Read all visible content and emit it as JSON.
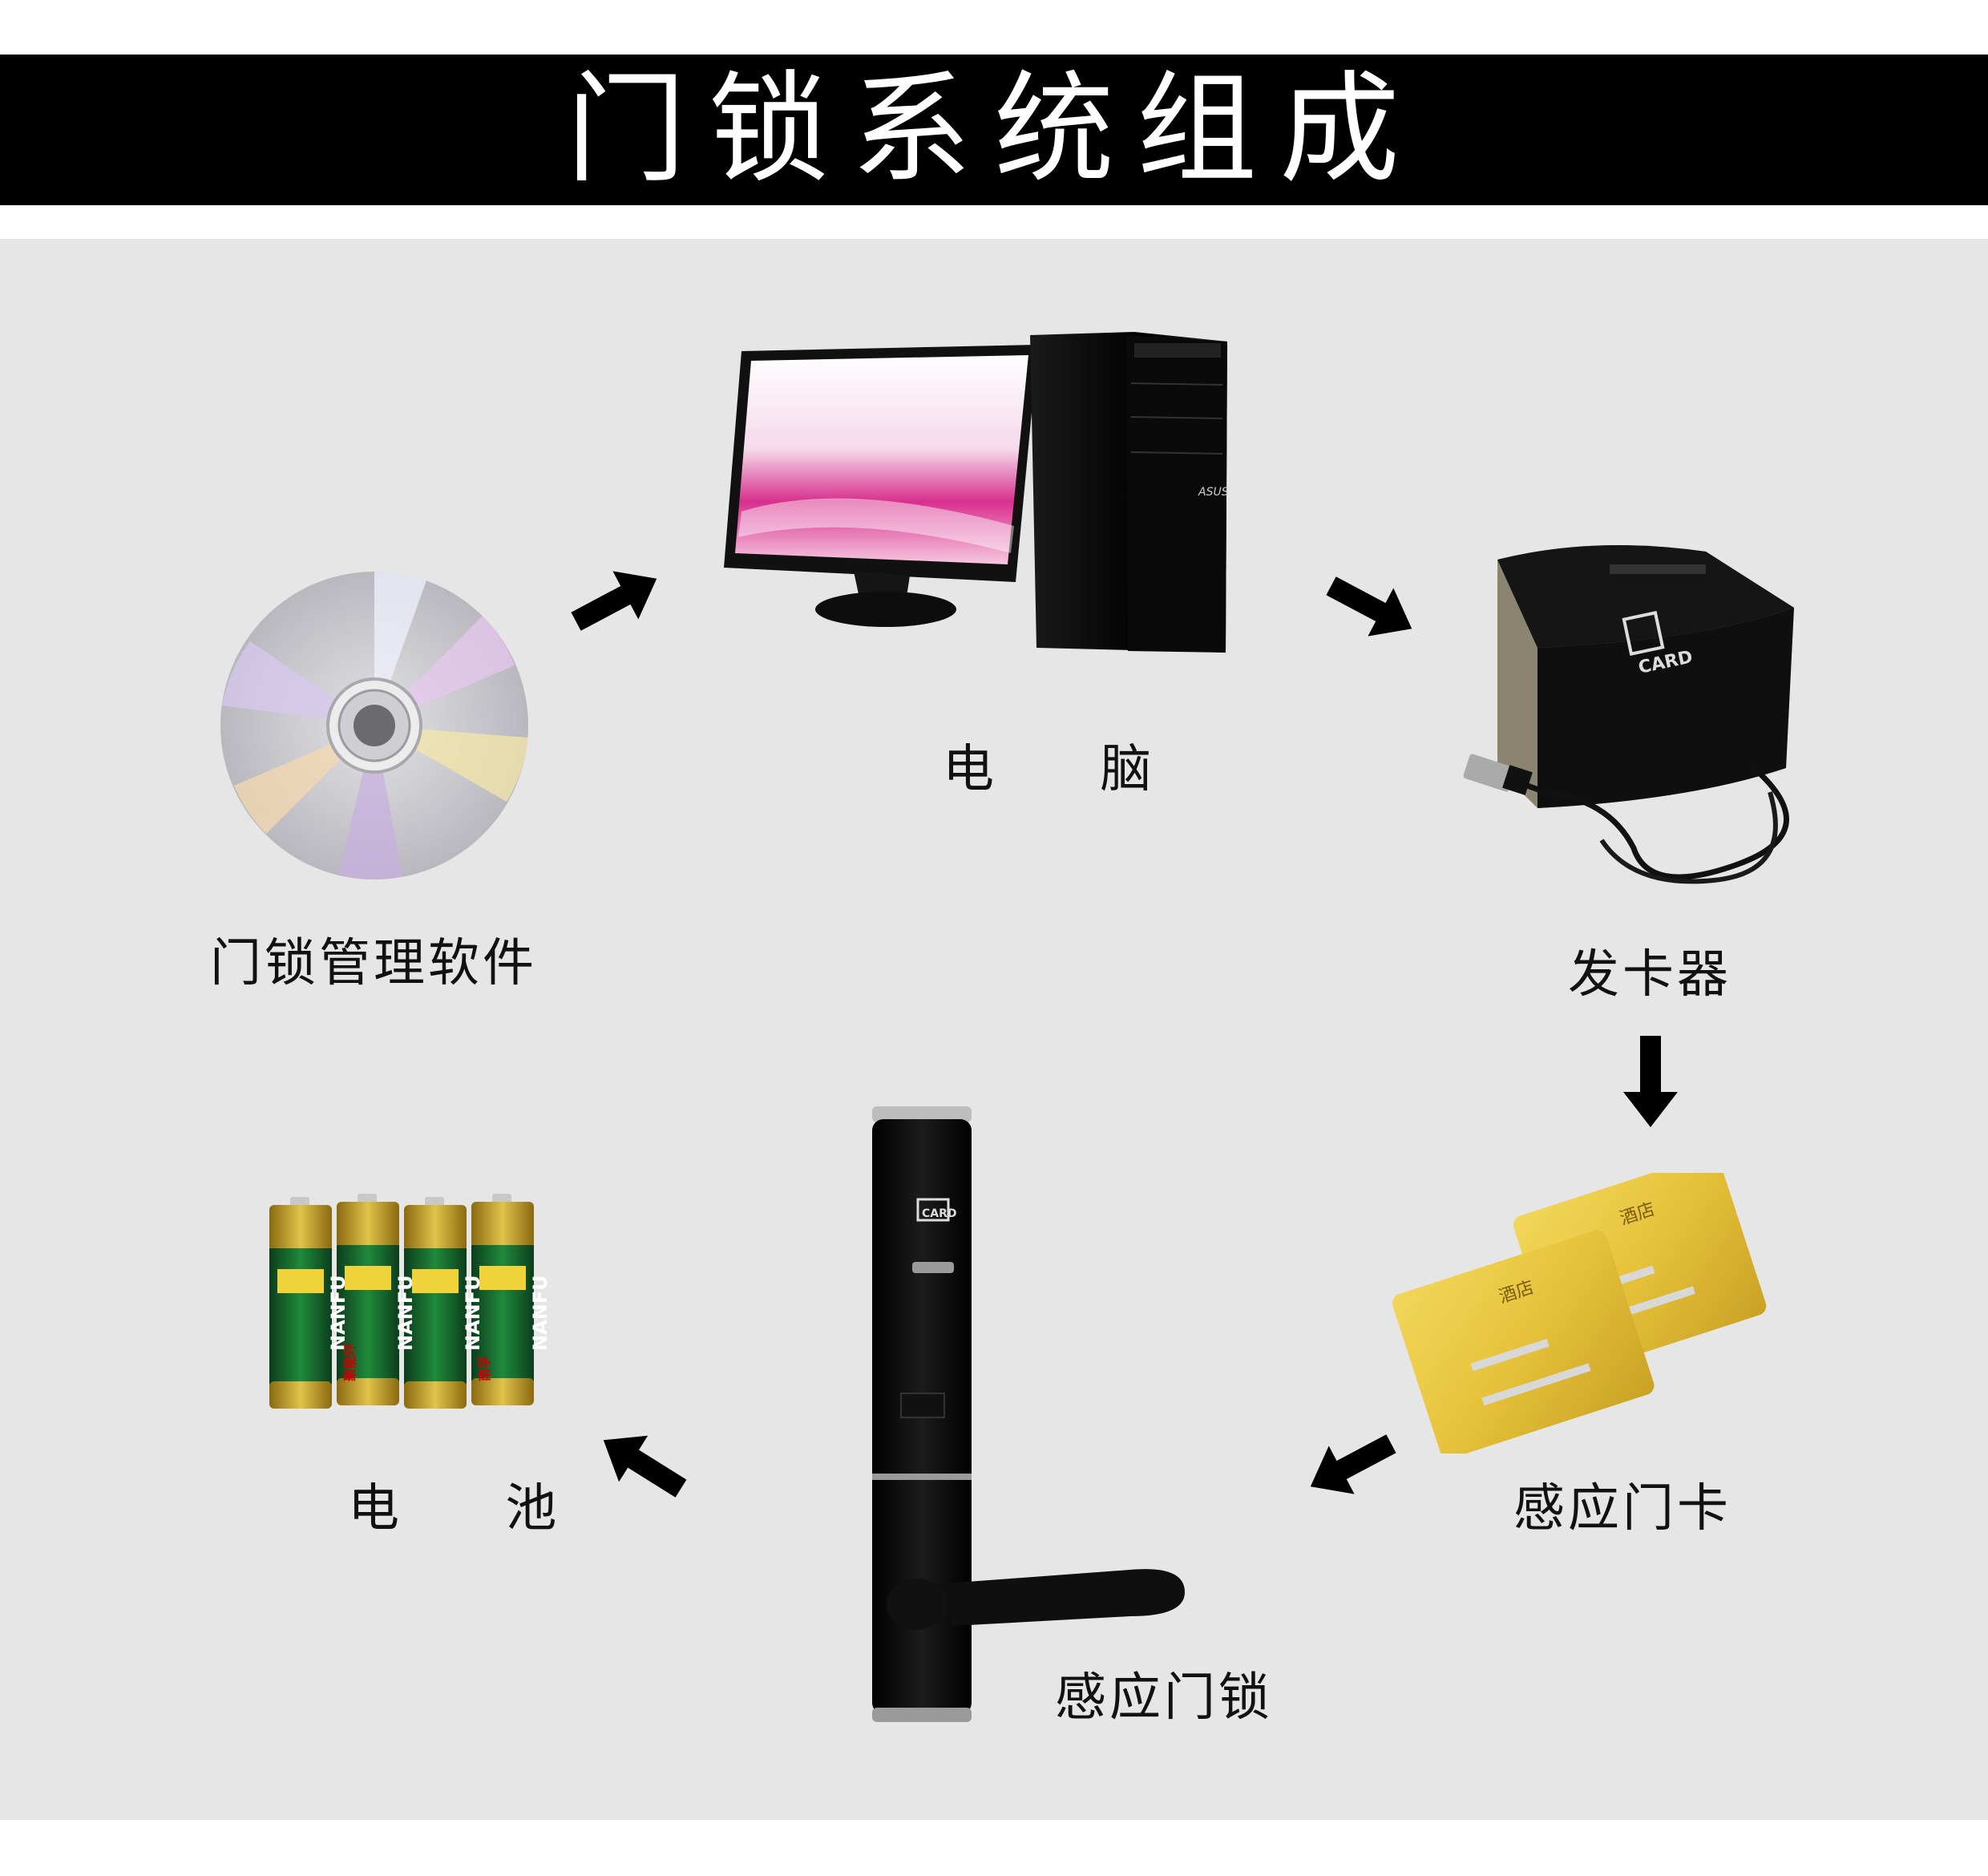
{
  "title": "门锁系统组成",
  "components": {
    "software": {
      "label": "门锁管理软件",
      "icon": "cd-disc-icon"
    },
    "computer": {
      "label": "电 脑",
      "icon": "desktop-computer-icon",
      "brand": "ASUS"
    },
    "encoder": {
      "label": "发卡器",
      "icon": "card-encoder-icon",
      "device_text": "CARD"
    },
    "cards": {
      "label": "感应门卡",
      "icon": "rfid-card-icon",
      "card_text": "酒店"
    },
    "door_lock": {
      "label": "感应门锁",
      "icon": "door-lock-icon",
      "device_text": "CARD"
    },
    "battery": {
      "label": "电 池",
      "icon": "battery-icon",
      "brand": "NANFU",
      "brand_cn": "南孚",
      "slogan": "聚能环"
    }
  },
  "colors": {
    "title_bg": "#000000",
    "title_text": "#ffffff",
    "panel_bg": "#e6e6e6",
    "arrow": "#000000",
    "battery_green": "#1f8a3b",
    "battery_gold": "#c9a22b",
    "card_gold": "#e6c23a"
  }
}
